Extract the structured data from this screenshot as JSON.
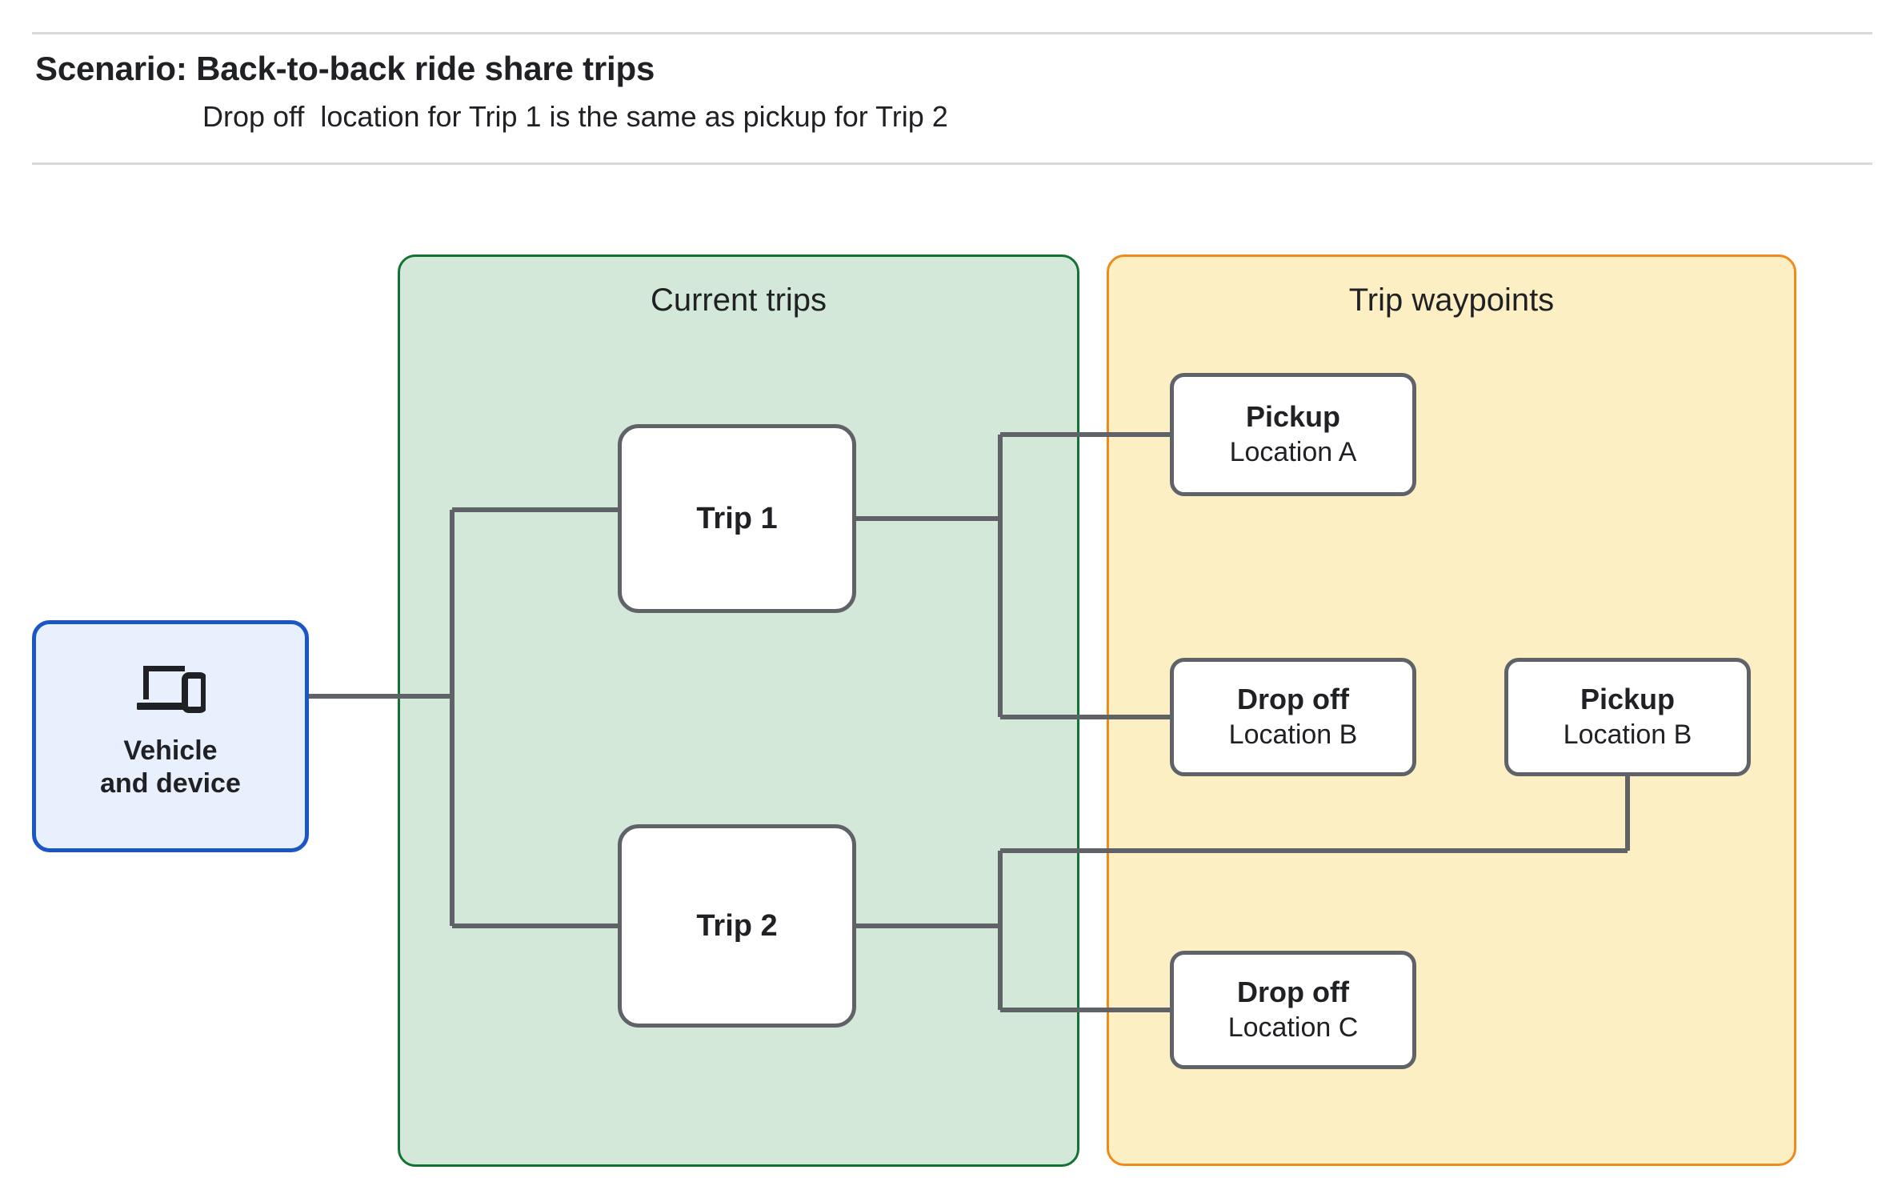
{
  "header": {
    "title": "Scenario: Back-to-back ride share trips",
    "subtitle": "Drop off  location for Trip 1 is the same as pickup for Trip 2"
  },
  "panels": {
    "current_trips": {
      "title": "Current trips",
      "fill": "#d3e8d8",
      "border": "#137333"
    },
    "trip_waypoints": {
      "title": "Trip waypoints",
      "fill": "#fcefc3",
      "border": "#ef8a1c"
    }
  },
  "vehicle": {
    "icon": "devices-icon",
    "line1": "Vehicle",
    "line2": "and device",
    "fill": "#e8f0fe",
    "border": "#1a56c4"
  },
  "trips": [
    {
      "label": "Trip 1"
    },
    {
      "label": "Trip 2"
    }
  ],
  "waypoints": [
    {
      "type": "Pickup",
      "location": "Location A"
    },
    {
      "type": "Drop off",
      "location": "Location B"
    },
    {
      "type": "Pickup",
      "location": "Location B"
    },
    {
      "type": "Drop off",
      "location": "Location C"
    }
  ],
  "colors": {
    "connector": "#5f6368",
    "node_border": "#5f6368",
    "rule": "#d9d9d9",
    "text": "#202124"
  }
}
